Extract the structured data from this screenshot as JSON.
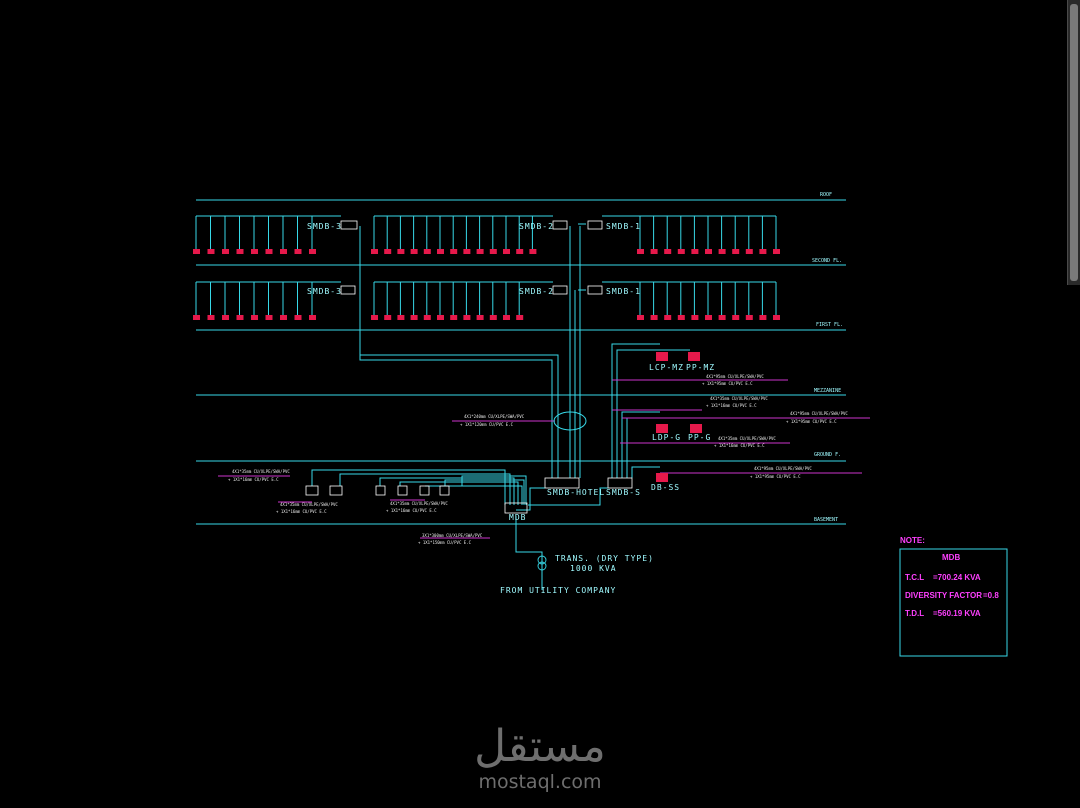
{
  "colors": {
    "line": "#37d9e8",
    "feeder": "#cc33cc",
    "panel": "#e6194b",
    "text": "#9ffaff",
    "note": "#ff40ff",
    "watermark": "#6e6e6e"
  },
  "floors": {
    "roof": "ROOF",
    "second": "SECOND FL.",
    "first": "FIRST FL.",
    "mezzanine": "MEZZANINE",
    "ground": "GROUND F.",
    "basement": "BASEMENT"
  },
  "boards": {
    "smdb3_second": "SMDB-3",
    "smdb2_second": "SMDB-2",
    "smdb1_second": "SMDB-1",
    "smdb3_first": "SMDB-3",
    "smdb2_first": "SMDB-2",
    "smdb1_first": "SMDB-1",
    "lcp_mz": "LCP-MZ",
    "pp_mz": "PP-MZ",
    "ldp_g": "LDP-G",
    "pp_g": "PP-G",
    "db_ss": "DB-SS",
    "smdb_hotel": "SMDB-HOTEL",
    "smdb_s": "SMDB-S",
    "mdb": "MDB"
  },
  "transformer": {
    "line1": "TRANS. (DRY TYPE)",
    "line2": "1000 KVA"
  },
  "utility": "FROM UTILITY COMPANY",
  "cables": {
    "a1": "4X1*95mm CU/XLPE/SWA/PVC",
    "a2": "+ 1X1*95mm CU/PVC E.C",
    "b1": "4X1*35mm CU/XLPE/SWA/PVC",
    "b2": "+ 1X1*16mm CU/PVC E.C",
    "c1": "4X1*240mm CU/XLPE/SWA/PVC",
    "c2": "+ 1X1*120mm CU/PVC E.C",
    "d1": "3X1*300mm CU/XLPE/SWA/PVC",
    "d2": "+ 1X1*150mm CU/PVC E.C"
  },
  "notes": {
    "label": "NOTE:",
    "title": "MDB",
    "tcl_label": "T.C.L",
    "tcl_value": "=700.24 KVA",
    "df_label": "DIVERSITY FACTOR",
    "df_value": "=0.8",
    "tdl_label": "T.D.L",
    "tdl_value": "=560.19 KVA"
  },
  "watermark": {
    "arabic": "مستقل",
    "latin": "mostaql.com"
  }
}
